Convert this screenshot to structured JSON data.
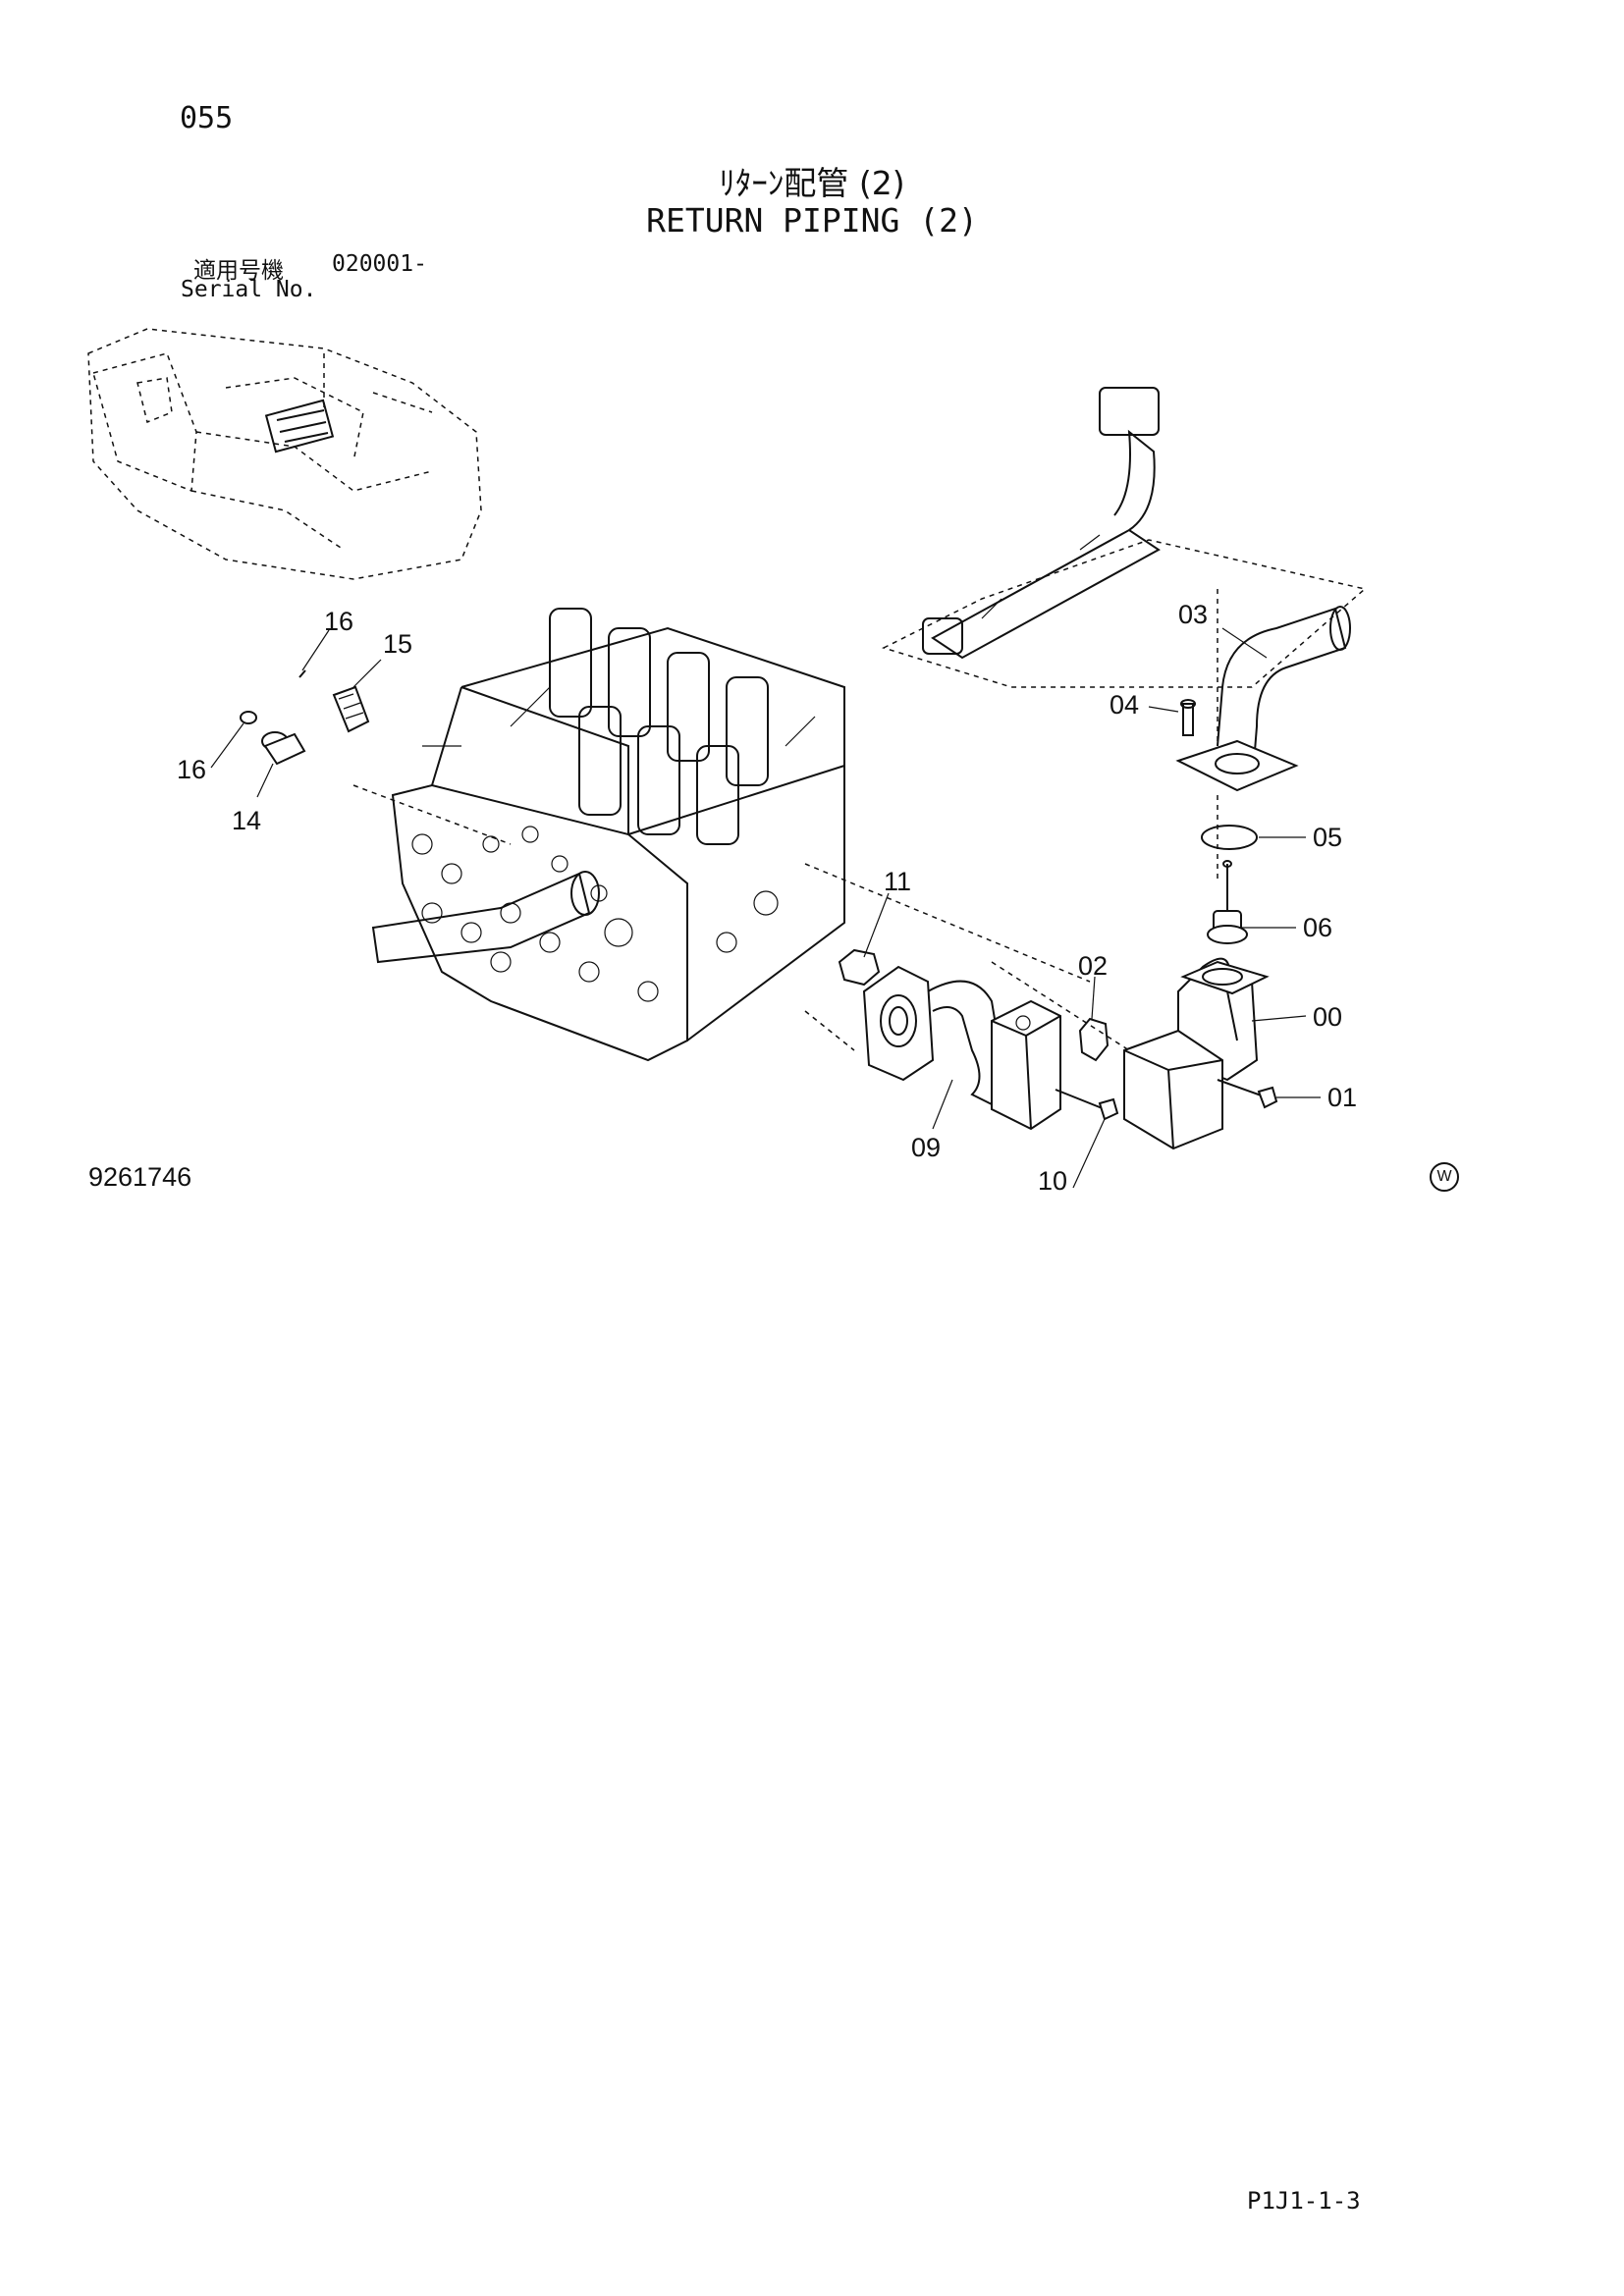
{
  "header": {
    "page_number": "055",
    "title_jp": "ﾘﾀｰﾝ配管 (2)",
    "title_en": "RETURN PIPING (2)",
    "serial_label_jp": "適用号機",
    "serial_number": "020001-",
    "serial_label_en": "Serial No."
  },
  "diagram": {
    "callouts": [
      "16",
      "15",
      "16",
      "14",
      "11",
      "09",
      "10",
      "02",
      "03",
      "04",
      "05",
      "06",
      "00",
      "01"
    ]
  },
  "footer": {
    "drawing_number": "9261746",
    "w_mark": "W",
    "page_code": "P1J1-1-3"
  }
}
